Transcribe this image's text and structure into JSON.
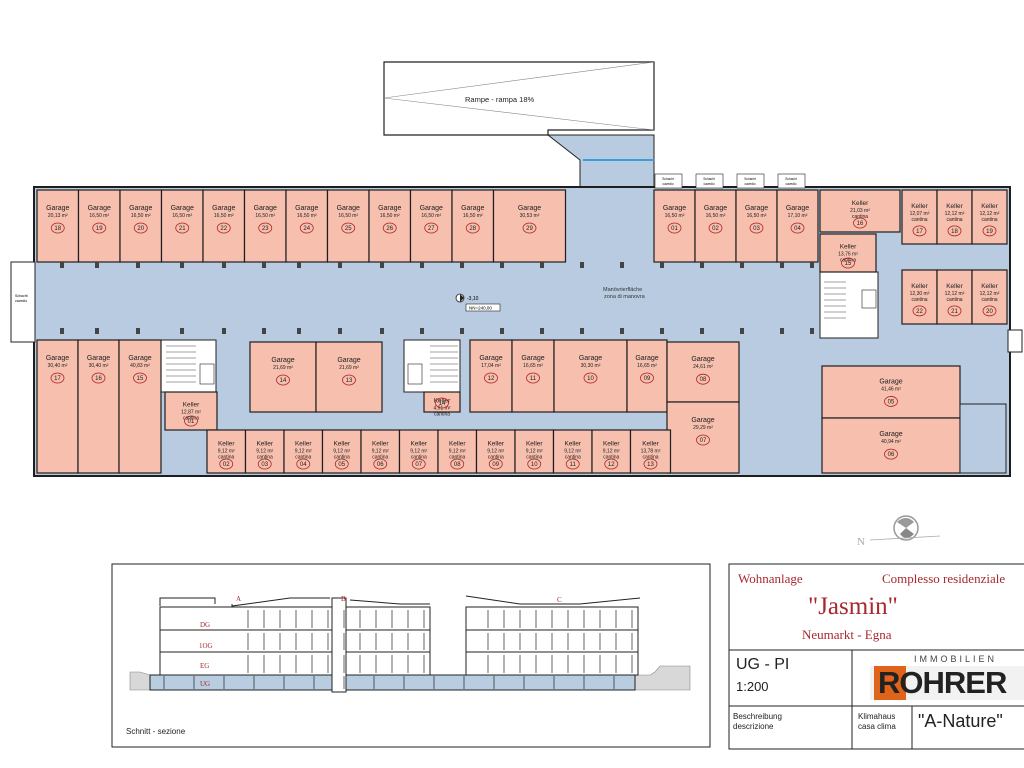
{
  "ramp_label": "Rampe - rampa 18%",
  "corridor_label": [
    "Manövrierfläche",
    "zona di manovra"
  ],
  "level_mark": "-3,10",
  "level_ref": "NN=240,00",
  "shaft_label": [
    "Schacht",
    "cavedio"
  ],
  "garages_top": [
    {
      "area": "20,13 m²",
      "num": "18"
    },
    {
      "area": "16,50 m²",
      "num": "19"
    },
    {
      "area": "16,50 m²",
      "num": "20"
    },
    {
      "area": "16,50 m²",
      "num": "21"
    },
    {
      "area": "16,50 m²",
      "num": "22"
    },
    {
      "area": "16,50 m²",
      "num": "23"
    },
    {
      "area": "16,50 m²",
      "num": "24"
    },
    {
      "area": "16,50 m²",
      "num": "25"
    },
    {
      "area": "16,50 m²",
      "num": "26"
    },
    {
      "area": "16,50 m²",
      "num": "27"
    },
    {
      "area": "16,50 m²",
      "num": "28"
    },
    {
      "area": "30,53 m²",
      "num": "29"
    }
  ],
  "garages_top_right": [
    {
      "area": "16,50 m²",
      "num": "01"
    },
    {
      "area": "16,50 m²",
      "num": "02"
    },
    {
      "area": "16,50 m²",
      "num": "03"
    },
    {
      "area": "17,10 m²",
      "num": "04"
    }
  ],
  "garages_bottom_left": [
    {
      "area": "30,40 m²",
      "num": "17"
    },
    {
      "area": "30,40 m²",
      "num": "16"
    },
    {
      "area": "40,83 m²",
      "num": "15"
    }
  ],
  "garages_bottom_mid": [
    {
      "area": "21,69 m²",
      "num": "14"
    },
    {
      "area": "21,69 m²",
      "num": "13"
    }
  ],
  "garages_bottom_right": [
    {
      "area": "17,04 m²",
      "num": "12"
    },
    {
      "area": "16,65 m²",
      "num": "11"
    },
    {
      "area": "30,30 m²",
      "num": "10"
    },
    {
      "area": "16,65 m²",
      "num": "09"
    },
    {
      "area": "24,61 m²",
      "num": "08"
    },
    {
      "area": "29,29 m²",
      "num": "07"
    }
  ],
  "garages_far_right": [
    {
      "area": "41,46 m²",
      "num": "05"
    },
    {
      "area": "40,94 m²",
      "num": "06"
    }
  ],
  "cellars_bottom": [
    {
      "area": "9,12 m²",
      "num": "02"
    },
    {
      "area": "9,12 m²",
      "num": "03"
    },
    {
      "area": "9,12 m²",
      "num": "04"
    },
    {
      "area": "9,12 m²",
      "num": "05"
    },
    {
      "area": "9,12 m²",
      "num": "06"
    },
    {
      "area": "9,12 m²",
      "num": "07"
    },
    {
      "area": "9,12 m²",
      "num": "08"
    },
    {
      "area": "9,12 m²",
      "num": "09"
    },
    {
      "area": "9,12 m²",
      "num": "10"
    },
    {
      "area": "9,12 m²",
      "num": "11"
    },
    {
      "area": "9,12 m²",
      "num": "12"
    },
    {
      "area": "13,78 m²",
      "num": "13"
    }
  ],
  "cellar_01": {
    "area": "12,87 m²",
    "num": "01"
  },
  "cellar_14": {
    "area": "4,91 m²",
    "num": "14"
  },
  "cellar_15": {
    "area": "13,76 m²",
    "num": "15"
  },
  "cellar_16": {
    "area": "21,03 m²",
    "num": "16"
  },
  "cellars_right_top": [
    {
      "area": "12,07 m²",
      "num": "17"
    },
    {
      "area": "12,12 m²",
      "num": "18"
    },
    {
      "area": "12,12 m²",
      "num": "19"
    }
  ],
  "cellars_right_bottom": [
    {
      "area": "12,30 m²",
      "num": "22"
    },
    {
      "area": "12,12 m²",
      "num": "21"
    },
    {
      "area": "12,12 m²",
      "num": "20"
    }
  ],
  "word_garage": "Garage",
  "word_keller": "Keller",
  "word_cantina": "cantina",
  "section": {
    "caption": "Schnitt - sezione",
    "floors": [
      "DG",
      "1OG",
      "EG",
      "UG"
    ],
    "markers": [
      "A",
      "B",
      "C"
    ]
  },
  "title_block": {
    "left_header": "Wohnanlage",
    "right_header": "Complesso residenziale",
    "project": "\"Jasmin\"",
    "place": "Neumarkt - Egna",
    "plan_code": "UG - PI",
    "scale": "1:200",
    "company_top": "IMMOBILIEN",
    "company_name": "ROHRER",
    "desc_label": [
      "Beschreibung",
      "descrizione"
    ],
    "klima_label": [
      "Klimahaus",
      "casa clima"
    ],
    "klima_value": "\"A-Nature\""
  },
  "colors": {
    "room": "#f6bfae",
    "corridor": "#b8cbe0",
    "wall": "#1e1e1e",
    "num_circle": "#b22222",
    "title_red": "#a8282e",
    "section_fill": "#b9cde0"
  }
}
